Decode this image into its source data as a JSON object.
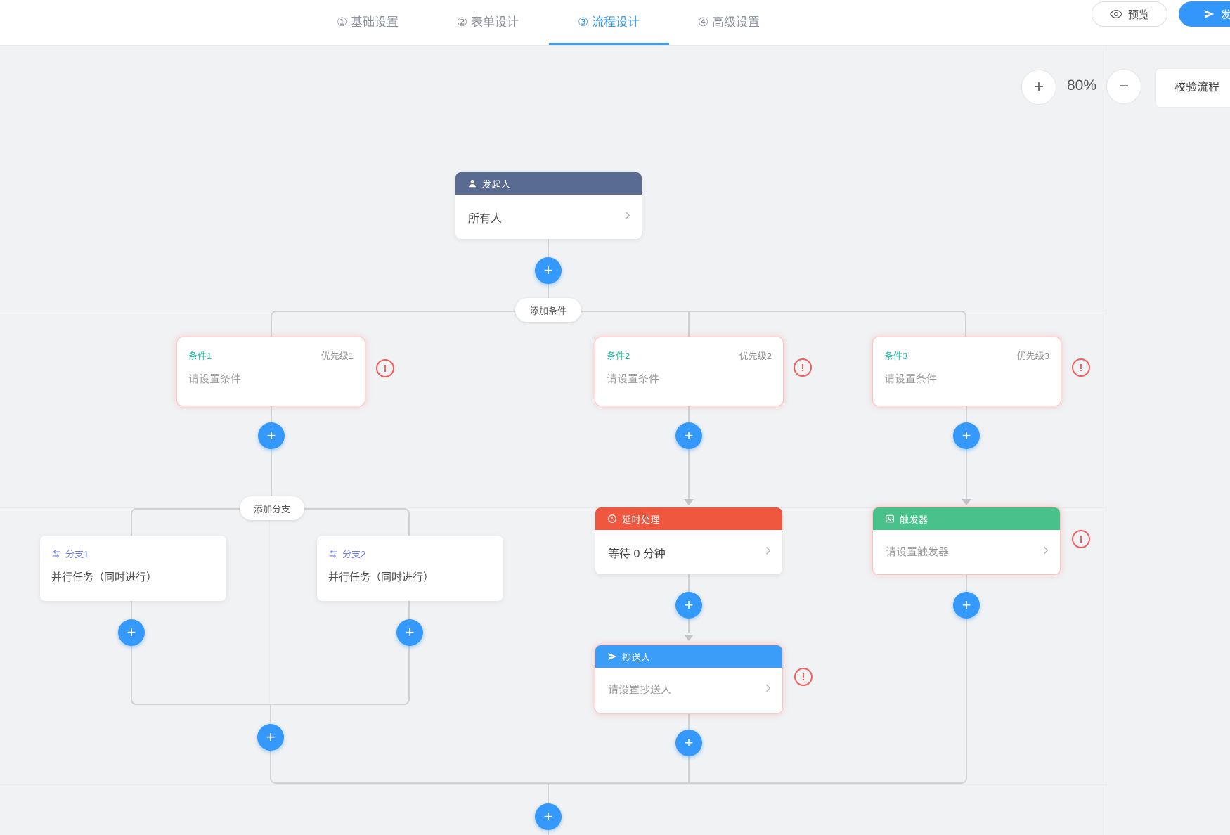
{
  "nav": {
    "tabs": [
      {
        "label": "① 基础设置",
        "active": false
      },
      {
        "label": "② 表单设计",
        "active": false
      },
      {
        "label": "③ 流程设计",
        "active": true
      },
      {
        "label": "④ 高级设置",
        "active": false
      }
    ],
    "preview_label": "预览",
    "publish_label": "发布"
  },
  "toolbar": {
    "zoom_in": "+",
    "zoom_out": "−",
    "zoom_level": "80%",
    "validate_label": "校验流程"
  },
  "flow": {
    "plus_label": "+",
    "warning_label": "!",
    "start": {
      "title": "发起人",
      "value": "所有人"
    },
    "add_condition_label": "添加条件",
    "add_branch_label": "添加分支",
    "conditions": [
      {
        "title": "条件1",
        "priority": "优先级1",
        "value": "请设置条件"
      },
      {
        "title": "条件2",
        "priority": "优先级2",
        "value": "请设置条件"
      },
      {
        "title": "条件3",
        "priority": "优先级3",
        "value": "请设置条件"
      }
    ],
    "branches": [
      {
        "title": "分支1",
        "value": "并行任务（同时进行）"
      },
      {
        "title": "分支2",
        "value": "并行任务（同时进行）"
      }
    ],
    "delay": {
      "title": "延时处理",
      "value": "等待 0 分钟"
    },
    "cc": {
      "title": "抄送人",
      "value": "请设置抄送人"
    },
    "trigger": {
      "title": "触发器",
      "value": "请设置触发器"
    }
  },
  "colors": {
    "accent_blue": "#3296fa",
    "start_header": "#5a6b92",
    "delay_header": "#f0573f",
    "trigger_header": "#49c18a",
    "cc_header": "#3b9df8",
    "condition_title": "#26c0a1",
    "branch_title": "#6b7cf0",
    "error": "#f25e5e",
    "connector": "#cfd1d3",
    "canvas_bg": "#f1f2f4"
  }
}
